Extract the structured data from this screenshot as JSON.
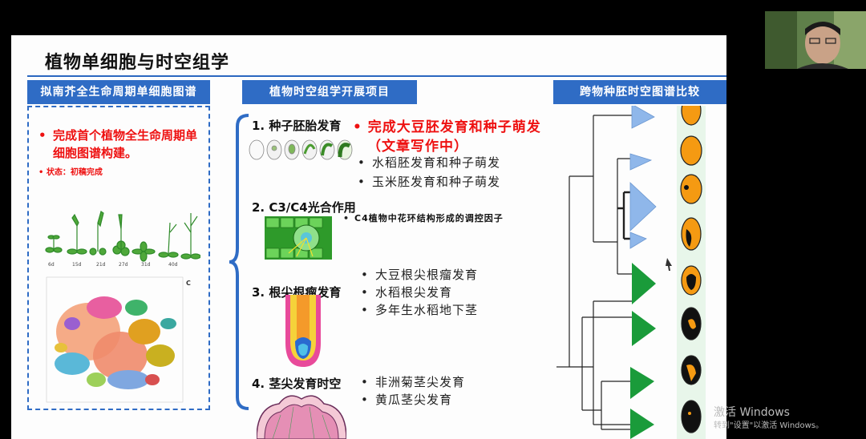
{
  "slide": {
    "title": "植物单细胞与时空组学",
    "left_panel": {
      "header": "拟南芥全生命周期单细胞图谱",
      "bullet": "完成首个植物全生命周期单细胞图谱构建。",
      "status": "状态：初稿完成",
      "stage_labels": [
        "6d",
        "15d",
        "21d",
        "27d",
        "31d",
        "40d"
      ],
      "tsne_panel_label": "C"
    },
    "middle_panel": {
      "header": "植物时空组学开展项目",
      "items": [
        {
          "title": "1. 种子胚胎发育",
          "highlight": "完成大豆胚发育和种子萌发",
          "highlight_note": "（文章写作中）",
          "bullets": [
            "水稻胚发育和种子萌发",
            "玉米胚发育和种子萌发"
          ]
        },
        {
          "title": "2. C3/C4光合作用",
          "bullets": [
            "C4植物中花环结构形成的调控因子"
          ]
        },
        {
          "title": "3. 根尖根瘤发育",
          "bullets": [
            "大豆根尖根瘤发育",
            "水稻根尖发育",
            "多年生水稻地下茎"
          ]
        },
        {
          "title": "4. 茎尖发育时空",
          "bullets": [
            "非洲菊茎尖发育",
            "黄瓜茎尖发育"
          ]
        }
      ]
    },
    "right_panel": {
      "header": "跨物种胚时空图谱比较"
    }
  },
  "overlay": {
    "watermark_line1": "激活 Windows",
    "watermark_line2": "转到\"设置\"以激活 Windows。"
  },
  "colors": {
    "accent_blue": "#2f6cc5",
    "highlight_red": "#e11111",
    "monocot_green": "#1a9b3a",
    "dicot_blue": "#8fb7ea",
    "embryo_orange": "#f59a12"
  }
}
